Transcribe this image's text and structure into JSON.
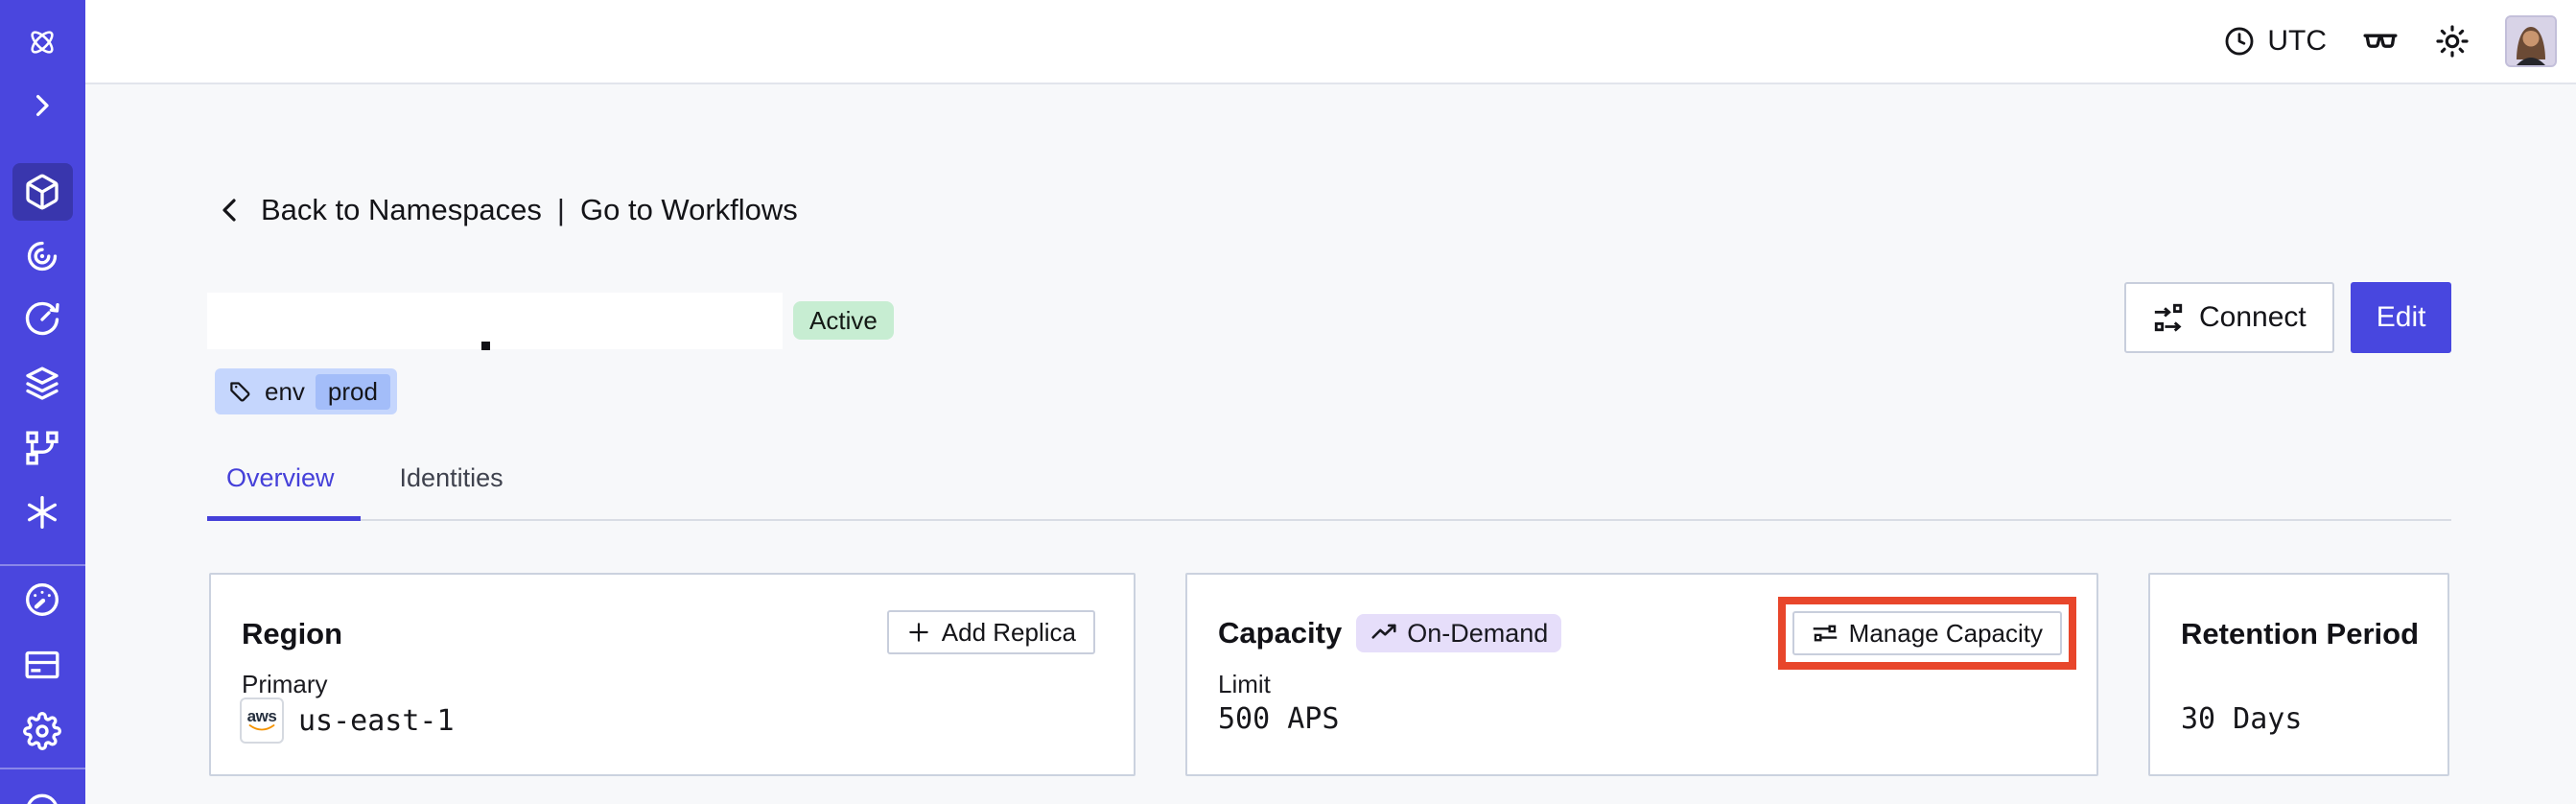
{
  "topbar": {
    "timezone": "UTC"
  },
  "breadcrumb": {
    "back_label": "Back to Namespaces",
    "separator": "|",
    "workflows_label": "Go to Workflows"
  },
  "namespace_header": {
    "status_badge": "Active",
    "tag_key": "env",
    "tag_value": "prod",
    "connect_button": "Connect",
    "edit_button": "Edit"
  },
  "tabs": {
    "overview": "Overview",
    "identities": "Identities"
  },
  "cards": {
    "region": {
      "title": "Region",
      "add_replica_button": "Add Replica",
      "primary_label": "Primary",
      "provider": "aws",
      "value": "us-east-1"
    },
    "capacity": {
      "title": "Capacity",
      "badge": "On-Demand",
      "manage_button": "Manage Capacity",
      "limit_label": "Limit",
      "value": "500 APS"
    },
    "retention": {
      "title": "Retention Period",
      "value": "30 Days"
    }
  },
  "icons": {
    "topbar": [
      "clock-icon",
      "glasses-icon",
      "sun-icon"
    ],
    "sidebar": [
      "temporal-logo-icon",
      "expand-chevron-icon",
      "namespaces-cube-icon",
      "workflows-spiral-icon",
      "schedules-clock-icon",
      "deployments-layers-icon",
      "batch-branch-icon",
      "nexus-asterisk-icon",
      "usage-gauge-icon",
      "billing-card-icon",
      "settings-gear-icon",
      "help-circle-icon"
    ],
    "inline": [
      "back-chevron-icon",
      "tag-icon",
      "connect-icon",
      "plus-icon",
      "trend-up-icon",
      "sliders-icon",
      "aws-logo-icon"
    ]
  },
  "colors": {
    "sidebar": "#4A46DE",
    "accent": "#4847DF",
    "tab_active": "#4540D9",
    "highlight_box": "#E8462B",
    "active_badge_bg": "#C7EDD2",
    "tag_bg": "#C5D6FD",
    "tag_value_bg": "#A3BDF9",
    "on_demand_bg": "#E6DEFA",
    "aws_orange": "#F59300"
  }
}
